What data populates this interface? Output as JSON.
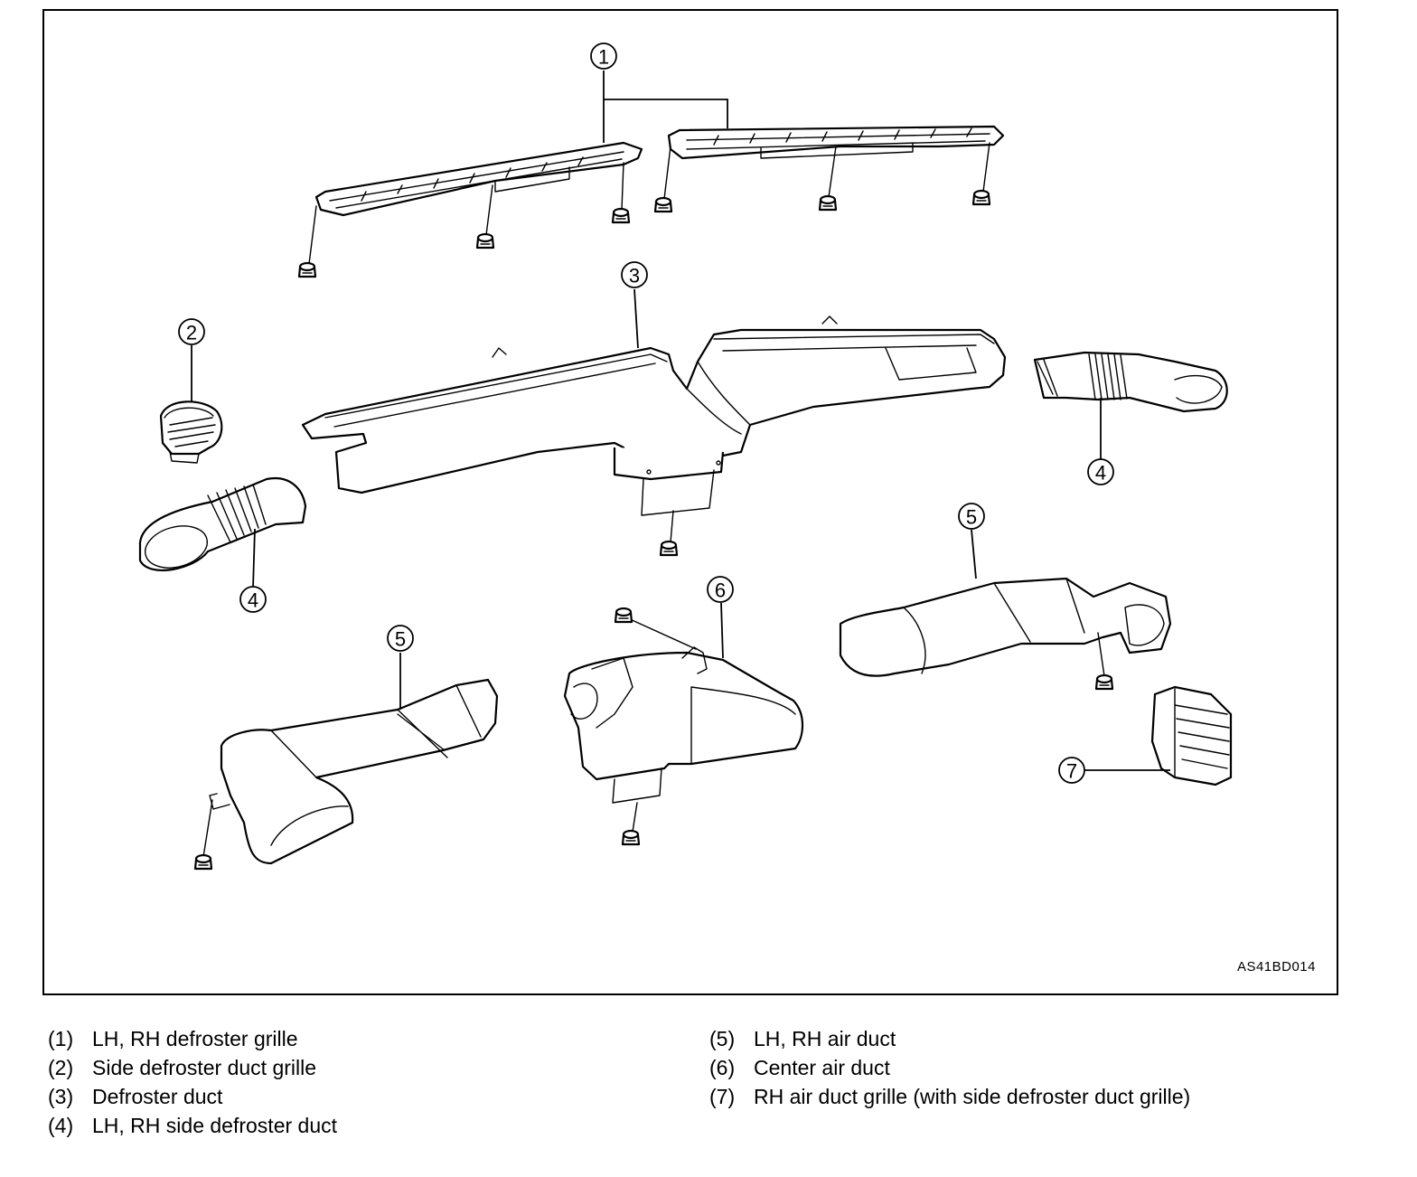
{
  "figure": {
    "code": "AS41BD014",
    "callouts": {
      "c1": "1",
      "c2": "2",
      "c3": "3",
      "c4a": "4",
      "c4b": "4",
      "c5a": "5",
      "c5b": "5",
      "c6": "6",
      "c7": "7"
    }
  },
  "legend": {
    "left": [
      {
        "num": "(1)",
        "label": "LH, RH defroster grille"
      },
      {
        "num": "(2)",
        "label": "Side defroster duct grille"
      },
      {
        "num": "(3)",
        "label": "Defroster duct"
      },
      {
        "num": "(4)",
        "label": "LH, RH side defroster duct"
      }
    ],
    "right": [
      {
        "num": "(5)",
        "label": "LH, RH air duct"
      },
      {
        "num": "(6)",
        "label": "Center air duct"
      },
      {
        "num": "(7)",
        "label": "RH air duct grille (with side defroster duct grille)"
      }
    ]
  }
}
